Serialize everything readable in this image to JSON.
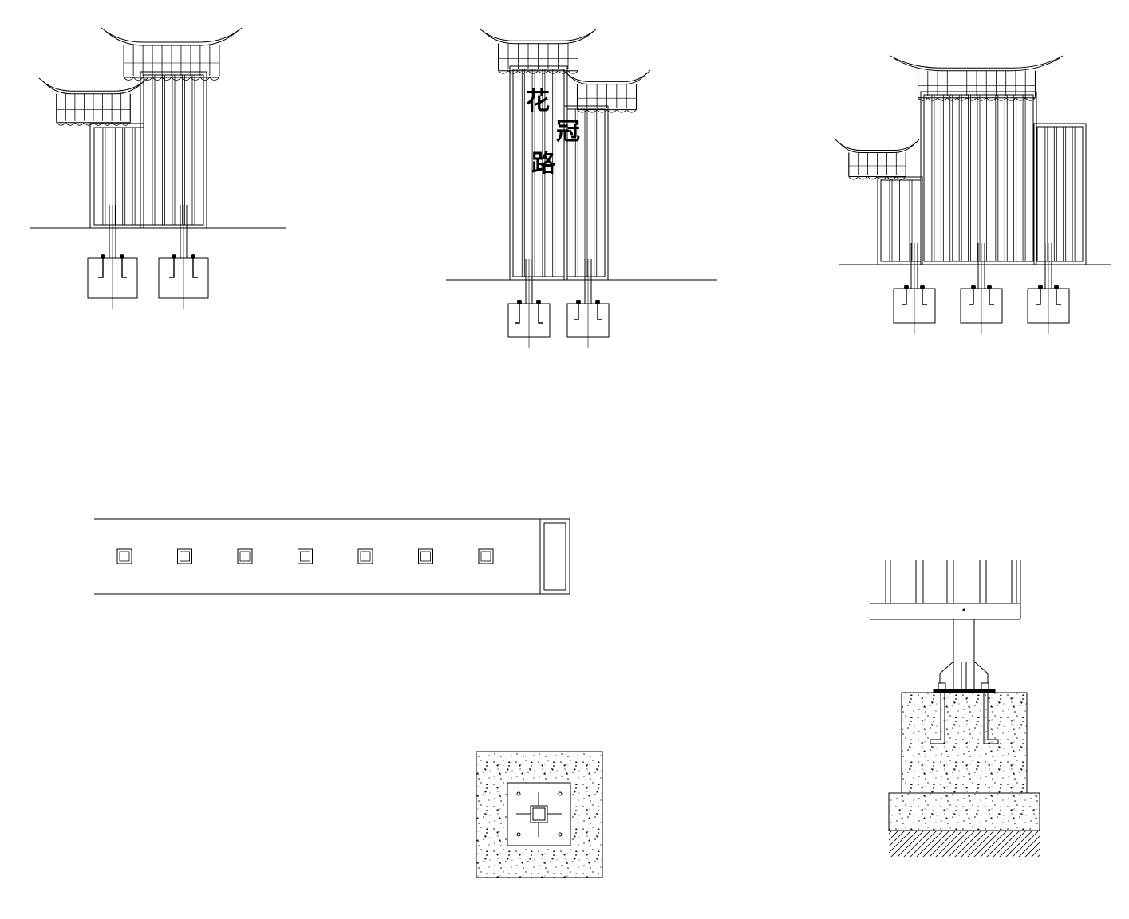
{
  "drawing": {
    "sign_text": {
      "char_1": "花",
      "char_2": "冠",
      "char_3": "路"
    },
    "views": [
      "left-gate-elevation",
      "center-gate-elevation",
      "right-gate-elevation",
      "panel-plan",
      "footing-plan",
      "footing-section"
    ],
    "colors": {
      "line": "#000000",
      "background": "#ffffff"
    }
  }
}
